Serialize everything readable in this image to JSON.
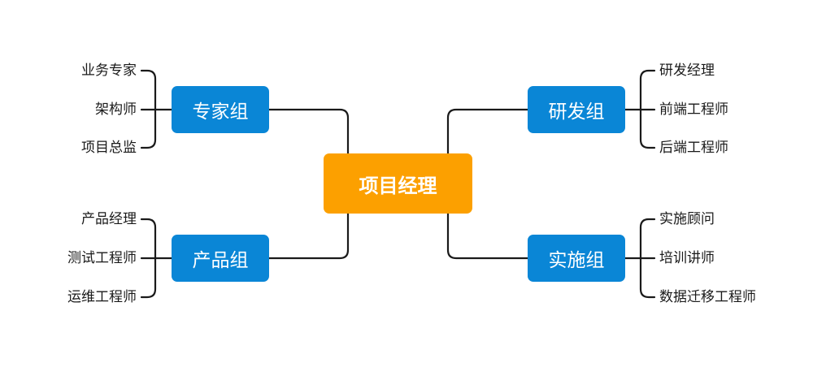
{
  "root": {
    "label": "项目经理"
  },
  "groups": [
    {
      "label": "专家组",
      "side": "left",
      "items": [
        "业务专家",
        "架构师",
        "项目总监"
      ]
    },
    {
      "label": "产品组",
      "side": "left",
      "items": [
        "产品经理",
        "测试工程师",
        "运维工程师"
      ]
    },
    {
      "label": "研发组",
      "side": "right",
      "items": [
        "研发经理",
        "前端工程师",
        "后端工程师"
      ]
    },
    {
      "label": "实施组",
      "side": "right",
      "items": [
        "实施顾问",
        "培训讲师",
        "数据迁移工程师"
      ]
    }
  ],
  "colors": {
    "root": "#fca000",
    "group": "#0a86d6",
    "line": "#1a1a1a"
  }
}
